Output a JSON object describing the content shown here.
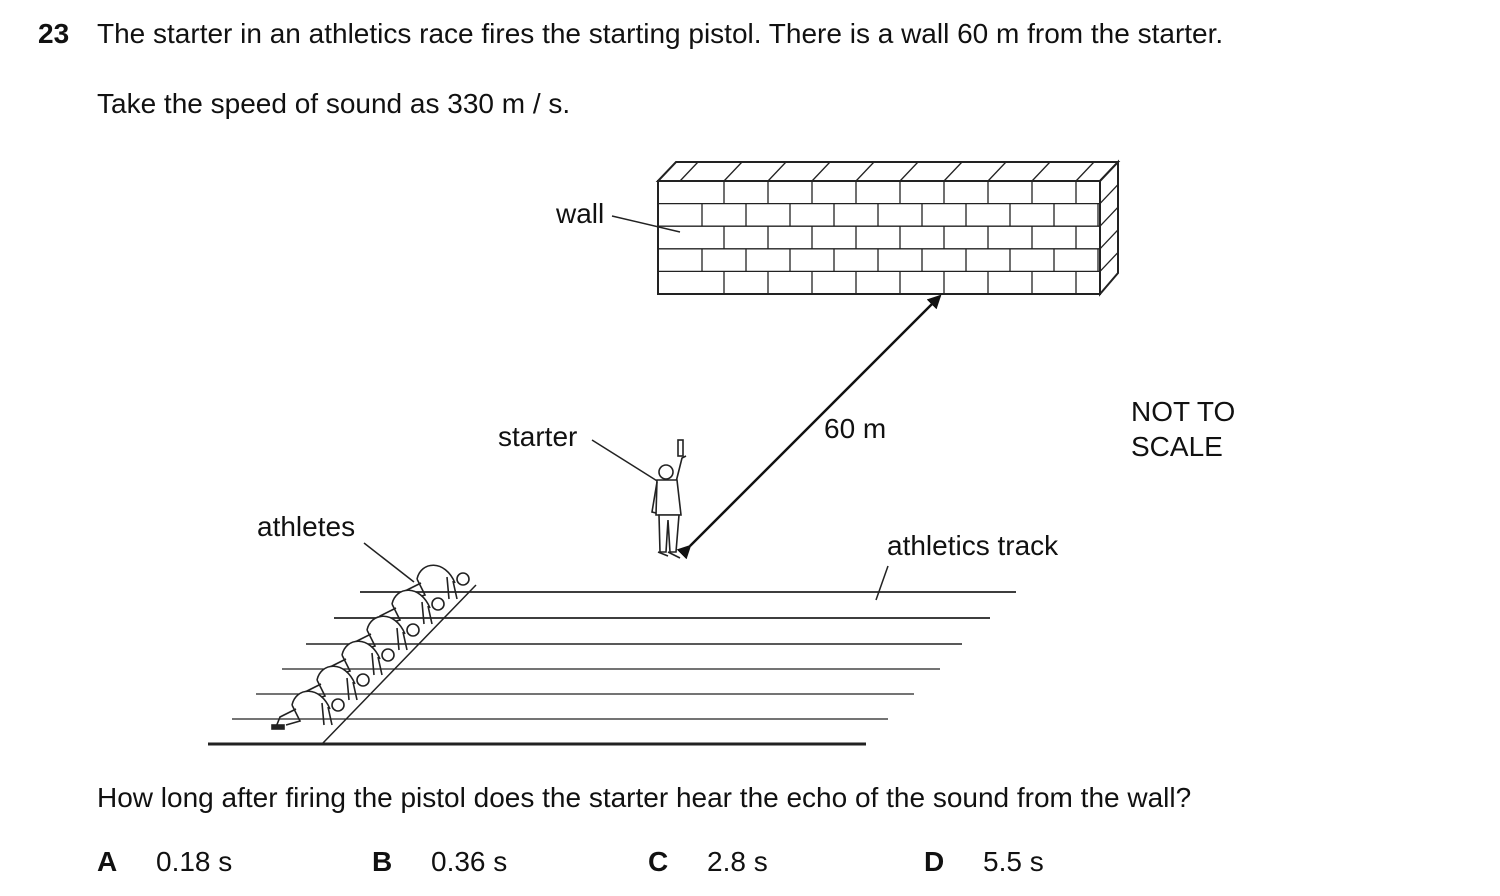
{
  "question": {
    "number": "23",
    "stem_line1": "The starter in an athletics race fires the starting pistol. There is a wall 60 m from the starter.",
    "stem_line2": "Take the speed of sound as 330 m / s.",
    "prompt": "How long after firing the pistol does the starter hear the echo of the sound from the wall?"
  },
  "figure": {
    "labels": {
      "wall": "wall",
      "starter": "starter",
      "distance": "60 m",
      "athletes": "athletes",
      "track": "athletics track",
      "not_to_scale_line1": "NOT TO",
      "not_to_scale_line2": "SCALE"
    }
  },
  "options": [
    {
      "letter": "A",
      "value": "0.18 s"
    },
    {
      "letter": "B",
      "value": "0.36 s"
    },
    {
      "letter": "C",
      "value": "2.8 s"
    },
    {
      "letter": "D",
      "value": "5.5 s"
    }
  ]
}
